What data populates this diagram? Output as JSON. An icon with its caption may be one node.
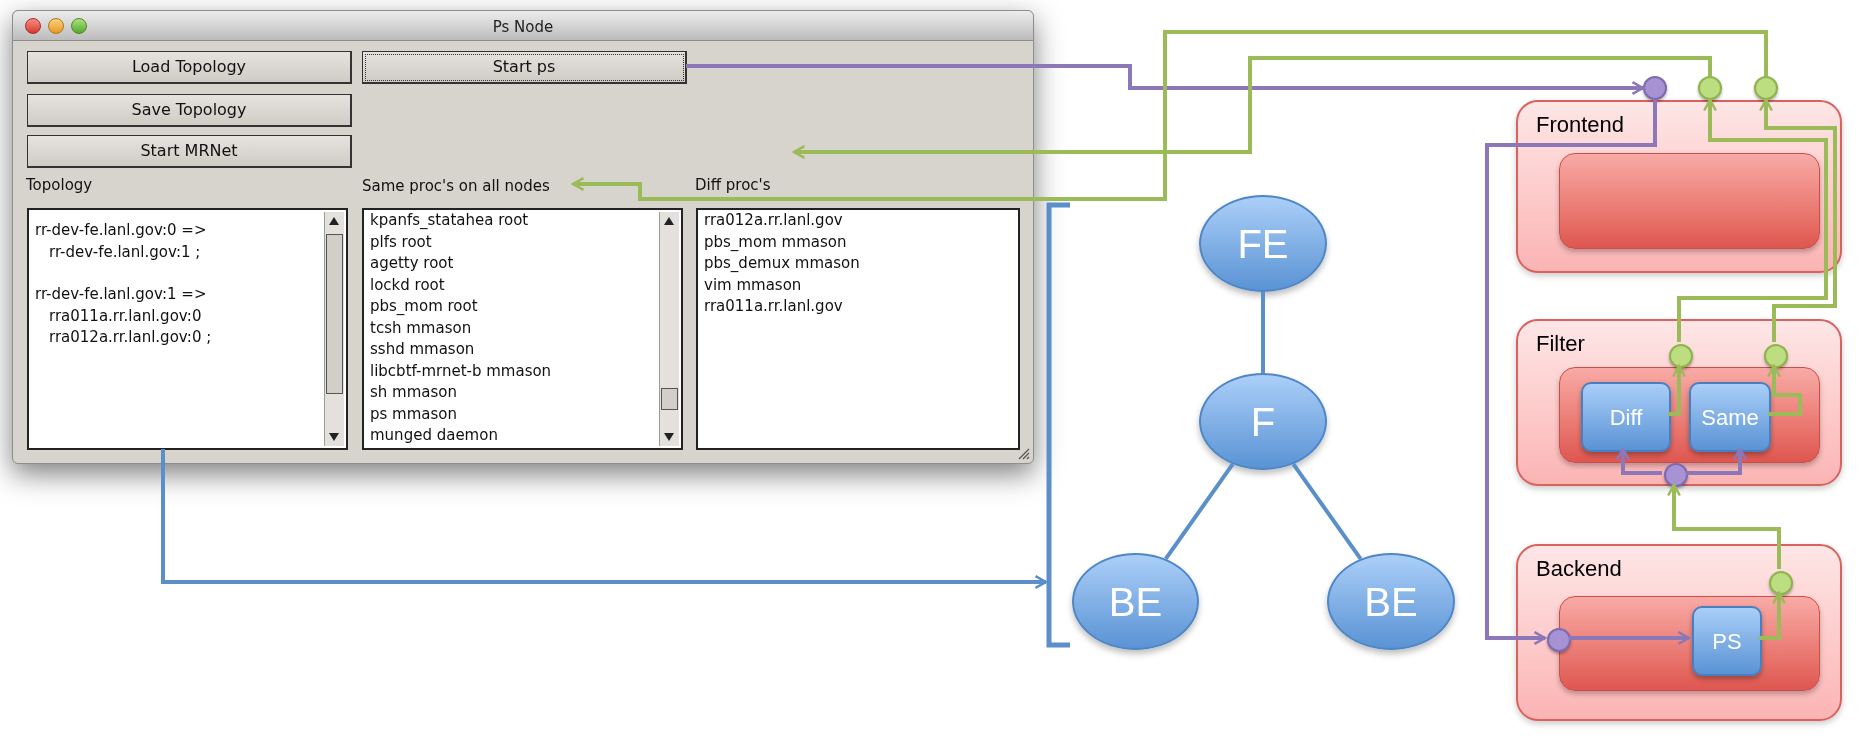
{
  "diagram": {
    "nodes": [
      {
        "text": [
          "Ps Node"
        ]
      },
      {
        "text": [
          "Load Topology"
        ],
        "in": 0
      },
      {
        "text": [
          "Start ps"
        ],
        "in": 0
      },
      {
        "text": [
          "Save Topology"
        ],
        "in": 0
      },
      {
        "text": [
          "Start MRNet"
        ],
        "in": 0
      },
      {
        "text": [
          "rr-dev-fe.lanl.gov:0 =>",
          "rr-dev-fe.lanl.gov:1 ;",
          "rr-dev-fe.lanl.gov:1 =>",
          "rra011a.rr.lanl.gov:0",
          "rra012a.rr.lanl.gov:0 ;"
        ],
        "in": 0
      },
      {
        "text": [
          "Same proc's on all nodes"
        ],
        "in": 0
      },
      {
        "text": [
          "kpanfs_statahea root",
          "plfs root",
          "agetty root",
          "lockd root",
          "pbs_mom root",
          "tcsh mmason",
          "sshd mmason",
          "libcbtf-mrnet-b mmason",
          "sh mmason",
          "ps mmason",
          "munged daemon"
        ],
        "in": 0
      },
      {
        "text": [
          "rra012a.rr.lanl.gov",
          "pbs_mom mmason",
          "pbs_demux mmason",
          "vim mmason",
          "rra011a.rr.lanl.gov"
        ],
        "in": 0
      },
      {
        "text": [],
        "shape": "bracket"
      },
      {
        "text": [
          "FE"
        ]
      },
      {
        "text": [
          "F"
        ]
      },
      {
        "text": [
          "BE"
        ]
      },
      {
        "text": [
          "BE"
        ]
      },
      {
        "text": [
          "Frontend"
        ]
      },
      {
        "text": [],
        "shape": "box",
        "in": 14
      },
      {
        "text": [],
        "shape": "circle"
      },
      {
        "text": [],
        "shape": "circle"
      },
      {
        "text": [],
        "shape": "circle"
      },
      {
        "text": [
          "Filter"
        ]
      },
      {
        "text": [],
        "shape": "box",
        "in": 19
      },
      {
        "text": [
          "Diff"
        ],
        "in": 20
      },
      {
        "text": [
          "Same"
        ],
        "in": 20
      },
      {
        "text": [],
        "shape": "circle",
        "in": 19
      },
      {
        "text": [],
        "shape": "circle",
        "in": 19
      },
      {
        "text": [],
        "shape": "circle",
        "in": 19
      },
      {
        "text": [
          "Backend"
        ]
      },
      {
        "text": [],
        "shape": "box",
        "in": 26
      },
      {
        "text": [
          "PS"
        ],
        "in": 27
      },
      {
        "text": [],
        "shape": "circle",
        "in": 26
      },
      {
        "text": [],
        "shape": "circle",
        "in": 26
      }
    ],
    "edges": [
      {
        "from": 2,
        "to": 16,
        "arrow": "to",
        "color": "#8c78b8"
      },
      {
        "from": 16,
        "to": 30,
        "arrow": "to",
        "color": "#8c78b8"
      },
      {
        "from": 30,
        "to": 28,
        "arrow": "to",
        "color": "#8c78b8"
      },
      {
        "from": 28,
        "to": 29,
        "arrow": "to"
      },
      {
        "from": 29,
        "to": 25,
        "arrow": "to"
      },
      {
        "from": 25,
        "to": 21,
        "arrow": "to",
        "color": "#8c78b8"
      },
      {
        "from": 25,
        "to": 22,
        "arrow": "to",
        "color": "#8c78b8"
      },
      {
        "from": 21,
        "to": 23,
        "arrow": "to"
      },
      {
        "from": 22,
        "to": 24,
        "arrow": "to"
      },
      {
        "from": 23,
        "to": 17,
        "arrow": "to"
      },
      {
        "from": 24,
        "to": 18,
        "arrow": "to"
      },
      {
        "from": 17,
        "to": null,
        "arrow": "to"
      },
      {
        "from": 18,
        "to": 6,
        "arrow": "to"
      },
      {
        "from": 5,
        "to": 9,
        "arrow": "to",
        "color": "#5a8fc9"
      },
      {
        "from": 10,
        "to": 11,
        "arrow": "none",
        "color": "#5a8fc9"
      },
      {
        "from": 11,
        "to": 12,
        "arrow": "none",
        "color": "#5a8fc9"
      },
      {
        "from": 11,
        "to": 13,
        "arrow": "none",
        "color": "#5a8fc9"
      }
    ],
    "labels": [
      "Topology",
      "Diff proc's"
    ]
  }
}
